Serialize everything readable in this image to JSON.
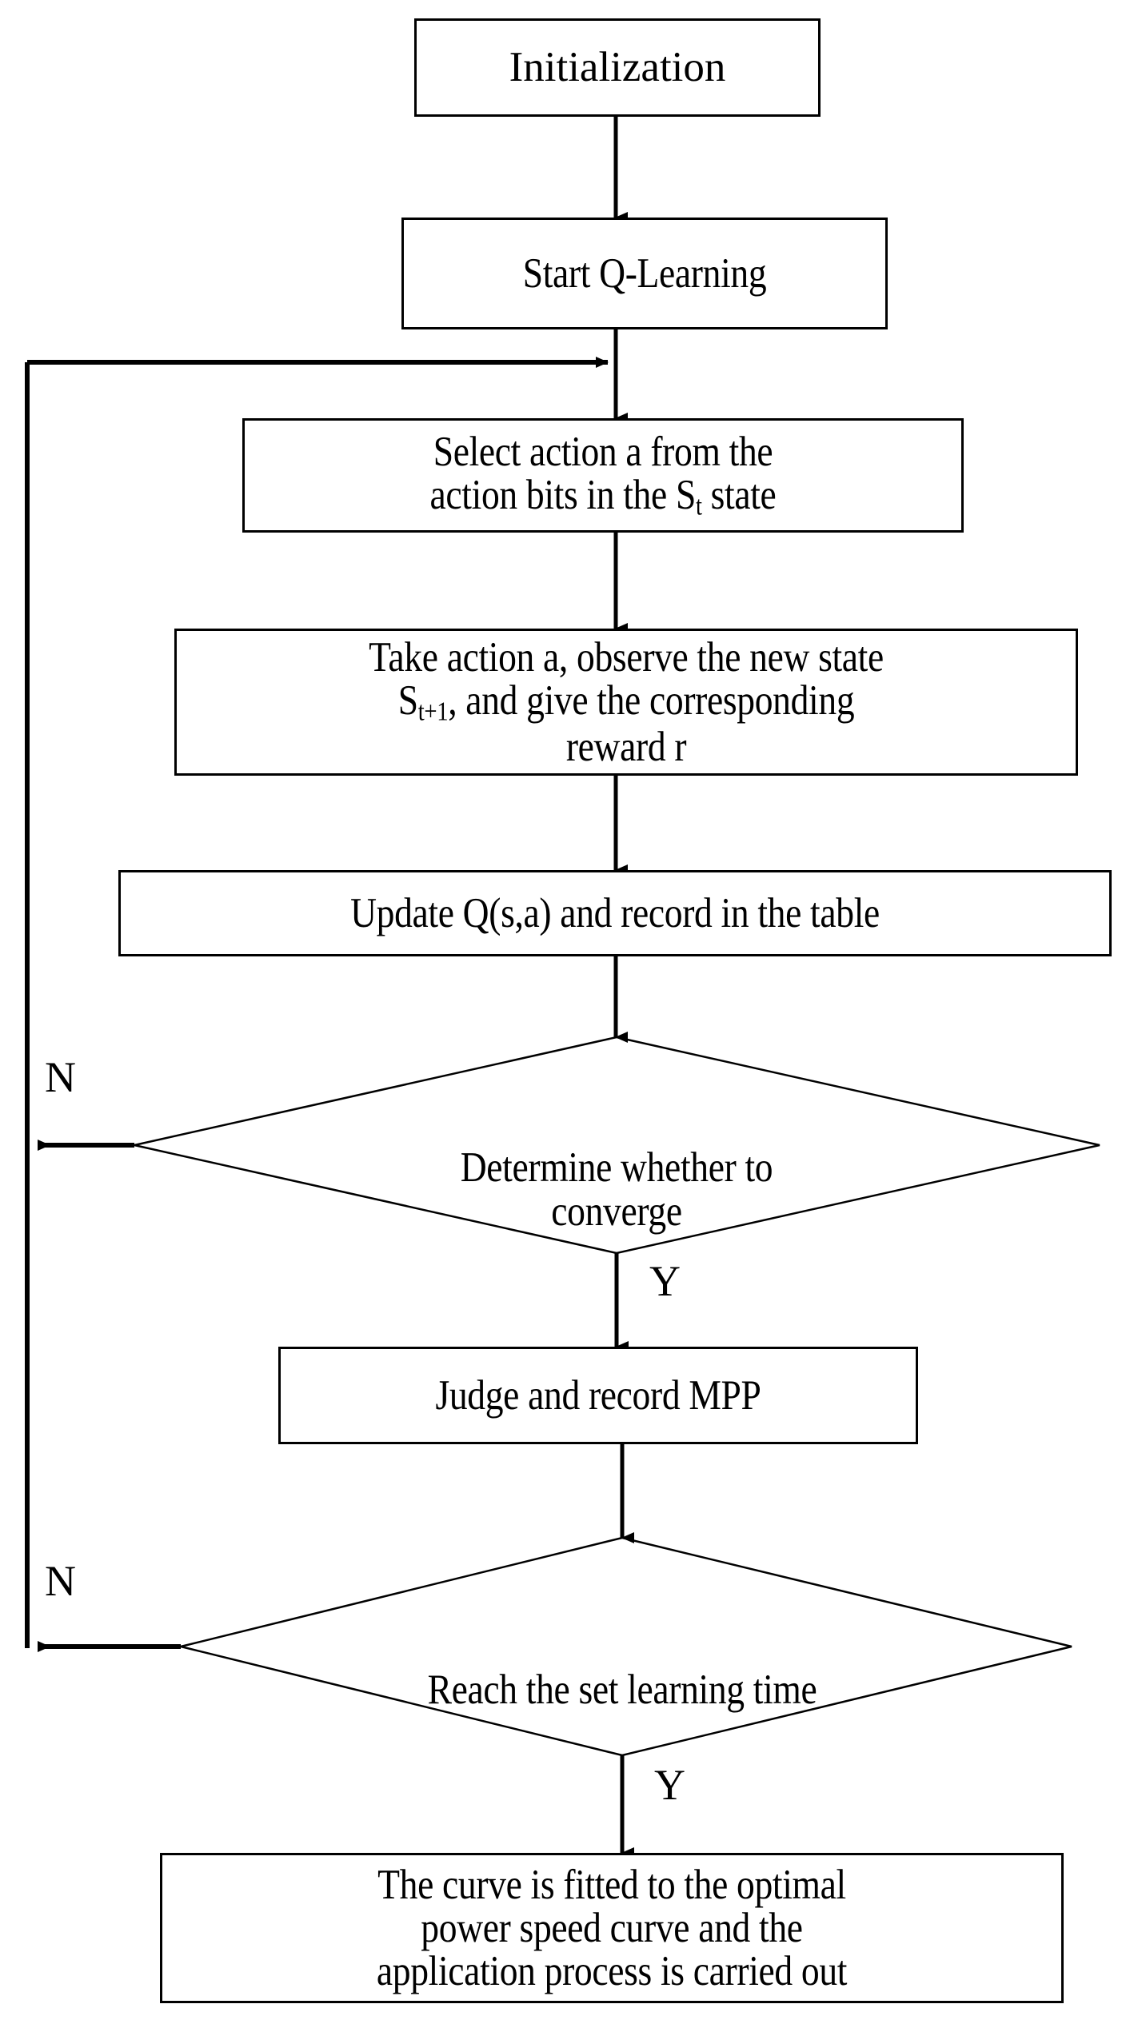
{
  "diagram": {
    "title": "Q-Learning MPPT flowchart",
    "type": "flowchart",
    "background_color": "#ffffff",
    "line_color": "#000000",
    "text_color": "#000000"
  },
  "nodes": [
    {
      "id": "initialization",
      "shape": "process",
      "label": "Initialization"
    },
    {
      "id": "start-q-learning",
      "shape": "process",
      "label": "Start Q-Learning"
    },
    {
      "id": "select-action",
      "shape": "process",
      "label_line1": "Select action a from the",
      "label_line2_pre": "action bits in the S",
      "label_line2_sub": "t",
      "label_line2_post": " state"
    },
    {
      "id": "take-action",
      "shape": "process",
      "label_line1": "Take action a, observe the new state",
      "label_line2_pre": "S",
      "label_line2_sub": "t+1",
      "label_line2_post": ", and give the corresponding",
      "label_line3": "reward r"
    },
    {
      "id": "update-q",
      "shape": "process",
      "label": "Update Q(s,a) and record in the table"
    },
    {
      "id": "determine-converge",
      "shape": "decision",
      "label": "Determine whether to\nconverge"
    },
    {
      "id": "judge-mpp",
      "shape": "process",
      "label": "Judge and record MPP"
    },
    {
      "id": "reach-learning-time",
      "shape": "decision",
      "label": "Reach the set learning time"
    },
    {
      "id": "fit-curve",
      "shape": "process",
      "label": "The curve is fitted to the optimal\npower speed curve and the\napplication process is carried out"
    }
  ],
  "branch_labels": {
    "converge_no": "N",
    "converge_yes": "Y",
    "learning_time_no": "N",
    "learning_time_yes": "Y"
  },
  "edges": [
    {
      "id": "e1",
      "from": "initialization",
      "to": "start-q-learning",
      "label": ""
    },
    {
      "id": "e2",
      "from": "start-q-learning",
      "to": "select-action",
      "label": ""
    },
    {
      "id": "e3",
      "from": "select-action",
      "to": "take-action",
      "label": ""
    },
    {
      "id": "e4",
      "from": "take-action",
      "to": "update-q",
      "label": ""
    },
    {
      "id": "e5",
      "from": "update-q",
      "to": "determine-converge",
      "label": ""
    },
    {
      "id": "e6",
      "from": "determine-converge",
      "to": "judge-mpp",
      "label": "Y"
    },
    {
      "id": "e7",
      "from": "determine-converge",
      "to": "select-action",
      "label": "N"
    },
    {
      "id": "e8",
      "from": "judge-mpp",
      "to": "reach-learning-time",
      "label": ""
    },
    {
      "id": "e9",
      "from": "reach-learning-time",
      "to": "fit-curve",
      "label": "Y"
    },
    {
      "id": "e10",
      "from": "reach-learning-time",
      "to": "select-action",
      "label": "N"
    }
  ]
}
